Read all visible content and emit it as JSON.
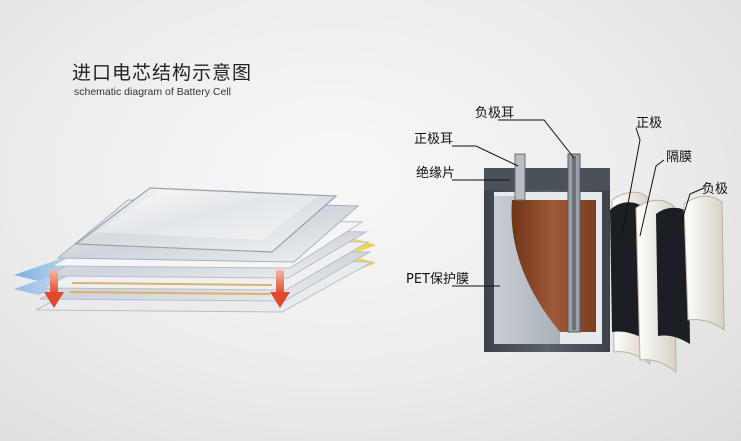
{
  "title": {
    "cn": "进口电芯结构示意图",
    "en": "schematic diagram of Battery Cell"
  },
  "labels": {
    "negative_tab": "负极耳",
    "positive_tab": "正极耳",
    "insulating_sheet": "绝缘片",
    "pet_film": "PET保护膜",
    "positive_electrode": "正极",
    "separator": "隔膜",
    "negative_electrode": "负极"
  },
  "colors": {
    "arrow": "#e05a3a",
    "tab_yellow": "#f2d040",
    "tab_blue": "#6fa9e0",
    "electrode_brown": "#8b4a2a",
    "electrode_dark": "#1b1e22"
  }
}
